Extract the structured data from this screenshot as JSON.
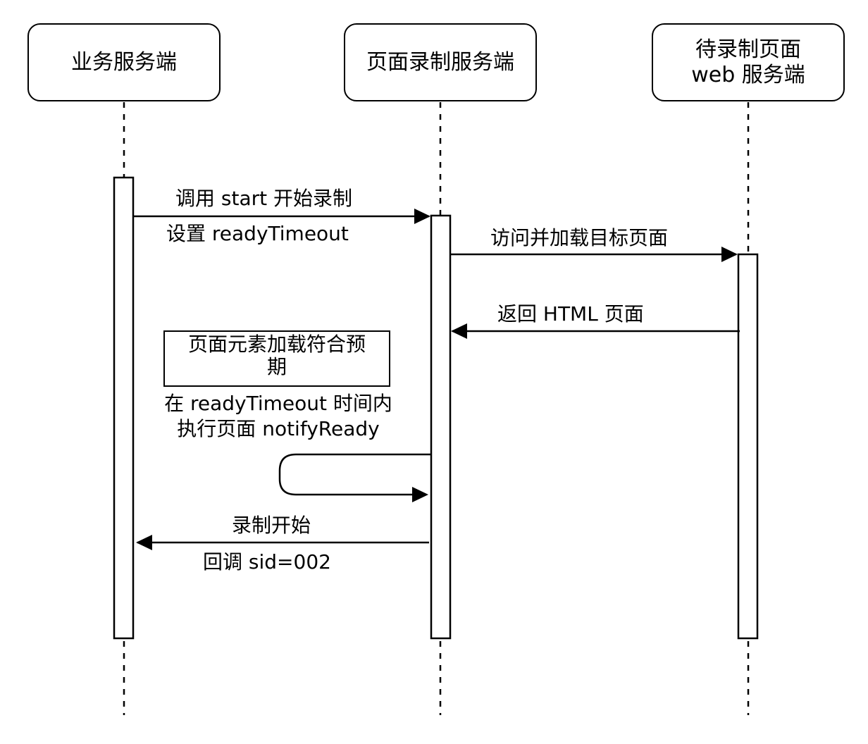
{
  "diagram": {
    "type": "sequence",
    "participants": [
      {
        "id": "biz",
        "lines": [
          "业务服务端"
        ]
      },
      {
        "id": "rec",
        "lines": [
          "页面录制服务端"
        ]
      },
      {
        "id": "web",
        "lines": [
          "待录制页面",
          "web 服务端"
        ]
      }
    ],
    "messages": [
      {
        "from": "biz",
        "to": "rec",
        "label_above": "调用 start 开始录制",
        "label_below": "设置 readyTimeout"
      },
      {
        "from": "rec",
        "to": "web",
        "label_above": "访问并加载目标页面"
      },
      {
        "from": "web",
        "to": "rec",
        "label_above": "返回 HTML 页面"
      },
      {
        "from": "rec",
        "to": "rec",
        "type": "self",
        "label_lines": [
          "在 readyTimeout 时间内",
          "执行页面 notifyReady"
        ]
      },
      {
        "from": "rec",
        "to": "biz",
        "label_above": "录制开始",
        "label_below": "回调 sid=002"
      }
    ],
    "note": {
      "lines": [
        "页面元素加载符合预",
        "期"
      ]
    }
  }
}
